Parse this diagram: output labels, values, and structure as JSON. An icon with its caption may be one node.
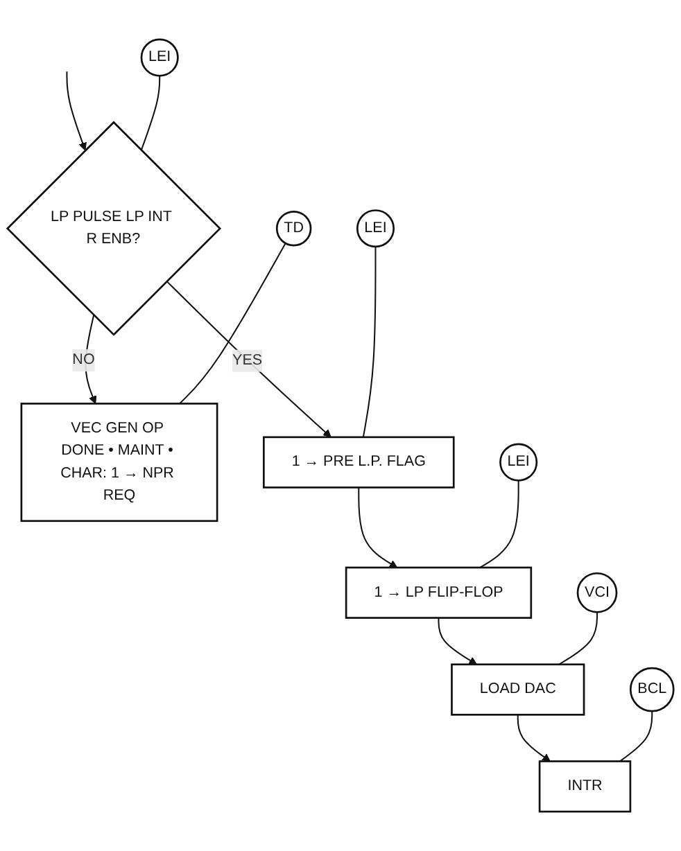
{
  "diagram": {
    "nodes": [
      {
        "text": [
          "LEI"
        ]
      },
      {
        "text": [
          "LP PULSE LP INT R ENB?"
        ]
      },
      {
        "text": [
          "VEC GEN OP DONE • MAINT • CHAR: 1 → NPR REQ"
        ]
      },
      {
        "text": [
          "TD"
        ]
      },
      {
        "text": [
          "LEI"
        ]
      },
      {
        "text": [
          "1 → PRE L.P. FLAG"
        ]
      },
      {
        "text": [
          "LEI"
        ]
      },
      {
        "text": [
          "1 → LP FLIP-FLOP"
        ]
      },
      {
        "text": [
          "VCI"
        ]
      },
      {
        "text": [
          "LOAD DAC"
        ]
      },
      {
        "text": [
          "BCL"
        ]
      },
      {
        "text": [
          "INTR"
        ]
      }
    ],
    "edges": [
      {
        "from": null,
        "to": 1,
        "arrow": "to"
      },
      {
        "from": 0,
        "to": 1,
        "arrow": "none"
      },
      {
        "from": 1,
        "to": 2,
        "arrow": "to",
        "label": "NO"
      },
      {
        "from": 1,
        "to": 5,
        "arrow": "to",
        "label": "YES"
      },
      {
        "from": 3,
        "to": 2,
        "arrow": "none"
      },
      {
        "from": 4,
        "to": 5,
        "arrow": "none"
      },
      {
        "from": 5,
        "to": 7,
        "arrow": "to"
      },
      {
        "from": 6,
        "to": 7,
        "arrow": "none"
      },
      {
        "from": 7,
        "to": 9,
        "arrow": "to"
      },
      {
        "from": 8,
        "to": 9,
        "arrow": "none"
      },
      {
        "from": 9,
        "to": 11,
        "arrow": "to"
      },
      {
        "from": 10,
        "to": 11,
        "arrow": "none"
      }
    ]
  }
}
